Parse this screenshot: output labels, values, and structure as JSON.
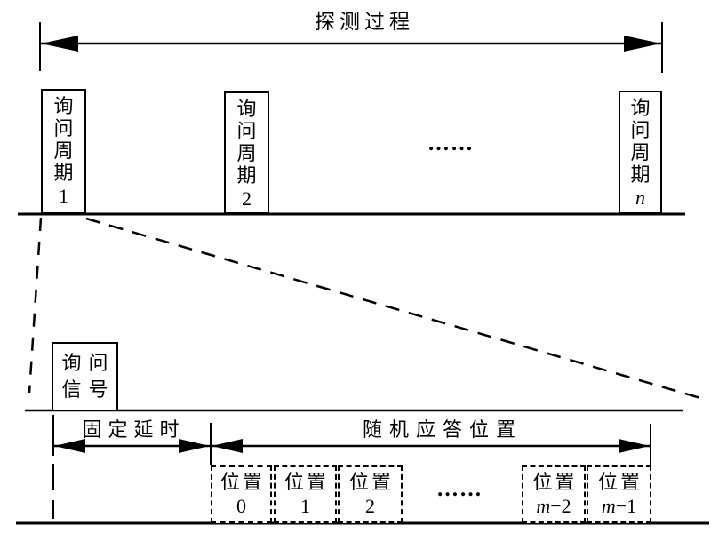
{
  "title": "探测过程",
  "top": {
    "cycles": [
      {
        "label": "询问周期",
        "num": "1"
      },
      {
        "label": "询问周期",
        "num": "2"
      },
      {
        "label": "询问周期",
        "num": "n"
      }
    ],
    "ellipsis": "……"
  },
  "detail": {
    "signal": {
      "line1": "询问",
      "line2": "信号"
    },
    "fixed_delay": "固定延时",
    "random_reply": "随机应答位置",
    "slots": [
      {
        "label": "位置",
        "num": "0"
      },
      {
        "label": "位置",
        "num": "1"
      },
      {
        "label": "位置",
        "num": "2"
      },
      {
        "label": "位置",
        "var": "m",
        "suffix": "−2"
      },
      {
        "label": "位置",
        "var": "m",
        "suffix": "−1"
      }
    ],
    "ellipsis": "……"
  },
  "colors": {
    "ink": "#000000",
    "background": "#ffffff"
  }
}
